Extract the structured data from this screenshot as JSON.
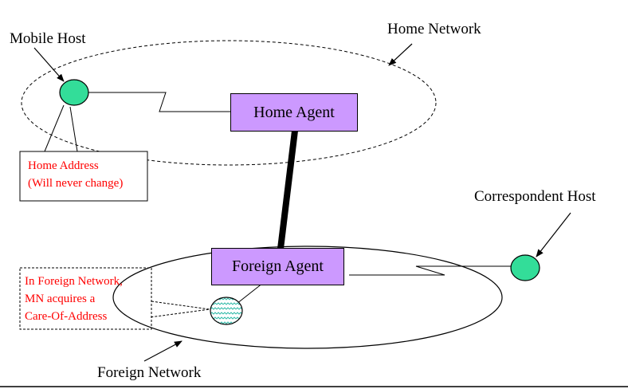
{
  "labels": {
    "mobile_host": "Mobile Host",
    "home_network": "Home Network",
    "home_agent": "Home Agent",
    "correspondent_host": "Correspondent Host",
    "foreign_agent": "Foreign Agent",
    "foreign_network": "Foreign Network"
  },
  "notes": {
    "home_address_line1": "Home Address",
    "home_address_line2": "(Will never change)",
    "foreign_line1": "In Foreign Network,",
    "foreign_line2": "MN acquires  a",
    "foreign_line3": "Care-Of-Address"
  },
  "colors": {
    "host": "#33dd99",
    "agent": "#cc99ff",
    "note_text": "#ff0000",
    "coa_node": "#aaeedd"
  }
}
